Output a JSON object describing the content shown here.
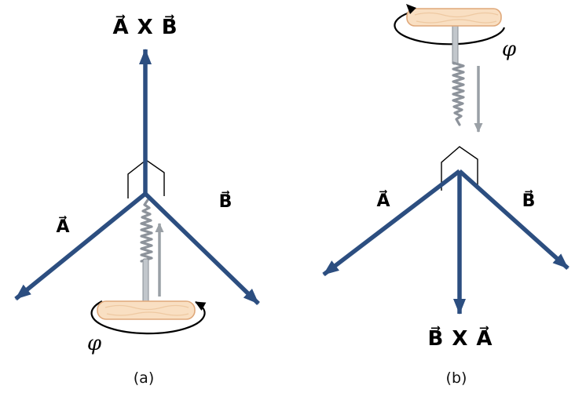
{
  "panel_a": {
    "cross_product_label": "A⃗ X B⃗",
    "vector_a_label": "A⃗",
    "vector_b_label": "B⃗",
    "angle_label": "φ",
    "caption": "(a)"
  },
  "panel_b": {
    "cross_product_label": "B⃗ X A⃗",
    "vector_a_label": "A⃗",
    "vector_b_label": "B⃗",
    "angle_label": "φ",
    "caption": "(b)"
  },
  "colors": {
    "vector_arrow_blue": "#2c4e80",
    "rotation_arrow_black": "#000000",
    "direction_arrow_gray": "#9aa0a6",
    "corkscrew_metal_gray": "#8d939b",
    "handle_wood_tan": "#f9dfc2"
  }
}
